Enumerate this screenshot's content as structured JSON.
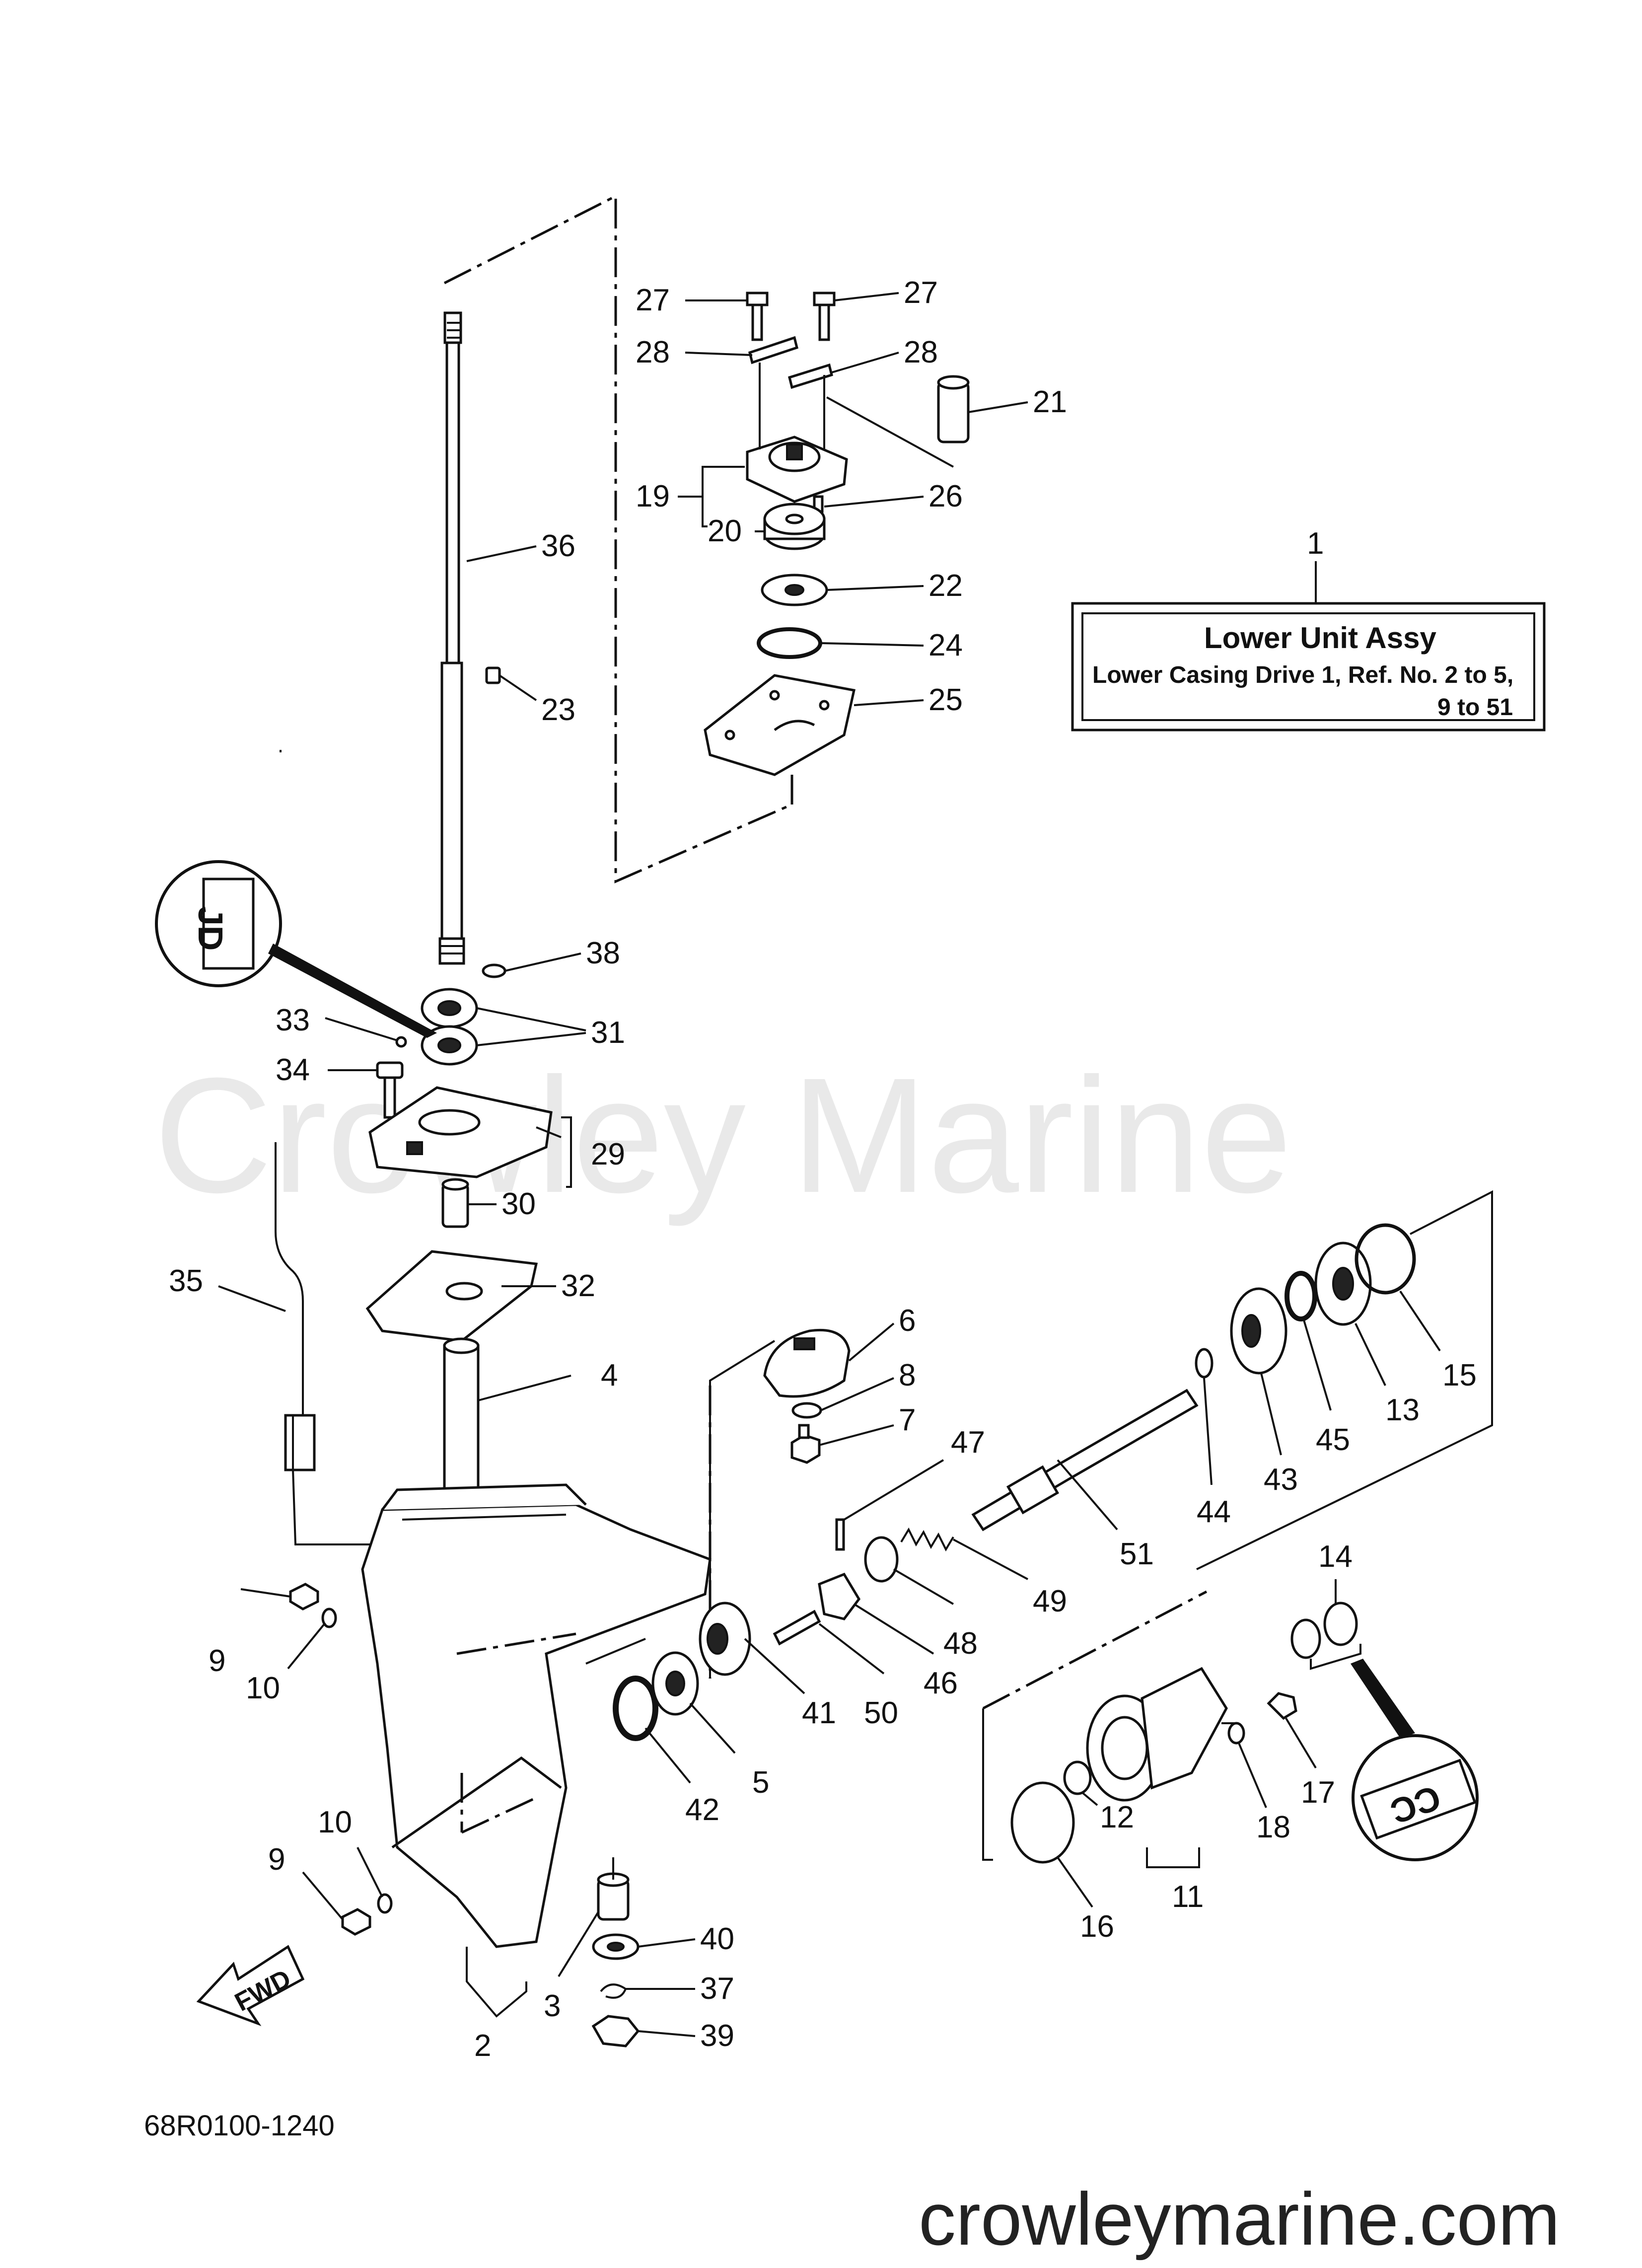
{
  "watermark": "Crowley Marine",
  "website": "crowleymarine.com",
  "diagram_code": "68R0100-1240",
  "fwd_label": "FWD",
  "badge_top": "JD",
  "badge_bottom": "CC",
  "info_box": {
    "ref_number": "1",
    "title": "Lower Unit Assy",
    "line1": "Lower Casing Drive 1,   Ref. No.  2  to  5,",
    "line2": "9  to  51"
  },
  "callouts": [
    "2",
    "3",
    "4",
    "5",
    "6",
    "7",
    "8",
    "9",
    "9",
    "10",
    "10",
    "11",
    "12",
    "13",
    "14",
    "15",
    "16",
    "17",
    "18",
    "19",
    "20",
    "21",
    "22",
    "23",
    "24",
    "25",
    "26",
    "27",
    "27",
    "28",
    "28",
    "29",
    "30",
    "31",
    "32",
    "33",
    "34",
    "35",
    "36",
    "37",
    "38",
    "39",
    "40",
    "41",
    "42",
    "43",
    "44",
    "45",
    "46",
    "47",
    "48",
    "49",
    "50",
    "51"
  ],
  "colors": {
    "ink": "#111111",
    "watermark": "#e9e9e9",
    "background": "#ffffff"
  }
}
